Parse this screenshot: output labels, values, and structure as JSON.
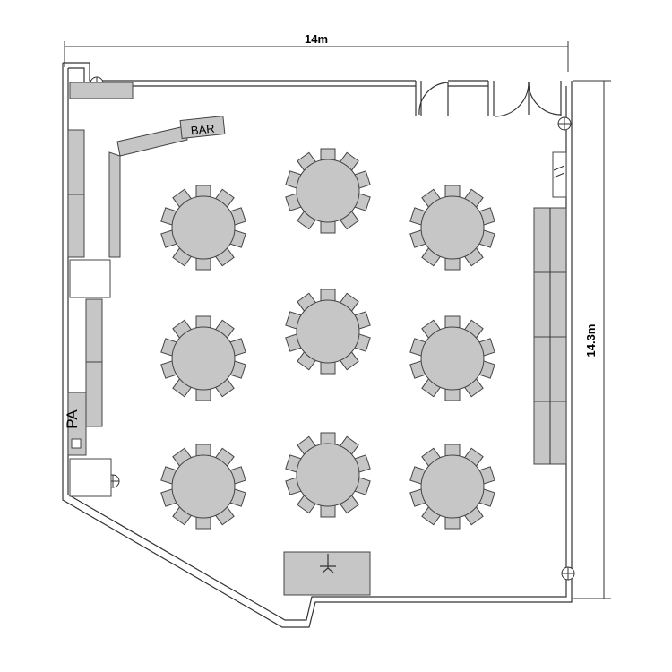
{
  "dimensions": {
    "width_label": "14m",
    "depth_label": "14.3m"
  },
  "labels": {
    "bar": "BAR",
    "pa": "PA"
  },
  "tables": [
    {
      "id": "table-1",
      "row": 1,
      "col": 1
    },
    {
      "id": "table-2",
      "row": 1,
      "col": 2
    },
    {
      "id": "table-3",
      "row": 1,
      "col": 3
    },
    {
      "id": "table-4",
      "row": 2,
      "col": 1
    },
    {
      "id": "table-5",
      "row": 2,
      "col": 2
    },
    {
      "id": "table-6",
      "row": 2,
      "col": 3
    },
    {
      "id": "table-7",
      "row": 3,
      "col": 1
    },
    {
      "id": "table-8",
      "row": 3,
      "col": 2
    },
    {
      "id": "table-9",
      "row": 3,
      "col": 3
    }
  ],
  "chairs_per_table": 10,
  "colors": {
    "furniture": "#c6c6c6",
    "lines": "#333333",
    "background": "#ffffff"
  }
}
